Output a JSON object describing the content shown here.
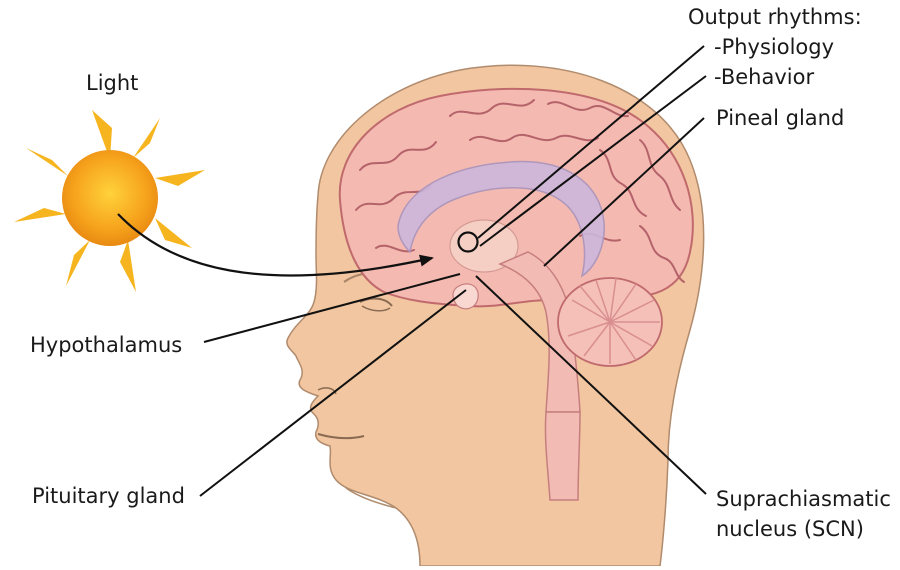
{
  "labels": {
    "light": "Light",
    "output_title": "Output rhythms:",
    "output_physiology": "-Physiology",
    "output_behavior": "-Behavior",
    "pineal": "Pineal gland",
    "hypothalamus": "Hypothalamus",
    "pituitary": "Pituitary gland",
    "scn_line1": "Suprachiasmatic",
    "scn_line2": "nucleus (SCN)"
  },
  "colors": {
    "skin": "#f1c6a0",
    "skin_outline": "#a8856a",
    "brain": "#f4b9b0",
    "brain_fold": "#b5636a",
    "ventricle": "#c8b2d8",
    "sun_core": "#f4a21d",
    "sun_ray": "#f6b51f",
    "leader": "#111111"
  }
}
